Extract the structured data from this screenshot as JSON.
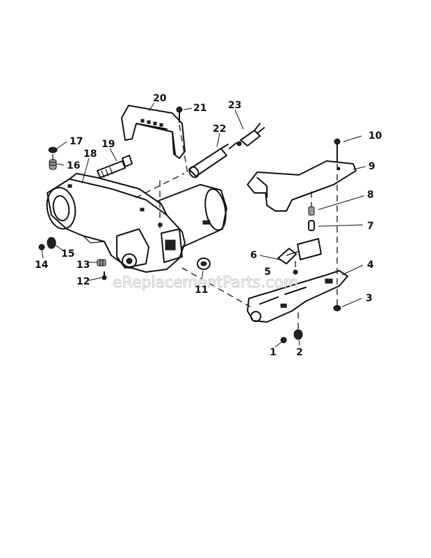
{
  "watermark": "eReplacementParts.com",
  "callouts": [
    {
      "id": "1",
      "label": "1"
    },
    {
      "id": "2",
      "label": "2"
    },
    {
      "id": "3",
      "label": "3"
    },
    {
      "id": "4",
      "label": "4"
    },
    {
      "id": "5",
      "label": "5"
    },
    {
      "id": "6",
      "label": "6"
    },
    {
      "id": "7",
      "label": "7"
    },
    {
      "id": "8",
      "label": "8"
    },
    {
      "id": "9",
      "label": "9"
    },
    {
      "id": "10",
      "label": "10"
    },
    {
      "id": "11",
      "label": "11"
    },
    {
      "id": "12",
      "label": "12"
    },
    {
      "id": "13",
      "label": "13"
    },
    {
      "id": "14",
      "label": "14"
    },
    {
      "id": "15",
      "label": "15"
    },
    {
      "id": "16",
      "label": "16"
    },
    {
      "id": "17",
      "label": "17"
    },
    {
      "id": "18",
      "label": "18"
    },
    {
      "id": "19",
      "label": "19"
    },
    {
      "id": "20",
      "label": "20"
    },
    {
      "id": "21",
      "label": "21"
    },
    {
      "id": "22",
      "label": "22"
    },
    {
      "id": "23",
      "label": "23"
    }
  ]
}
